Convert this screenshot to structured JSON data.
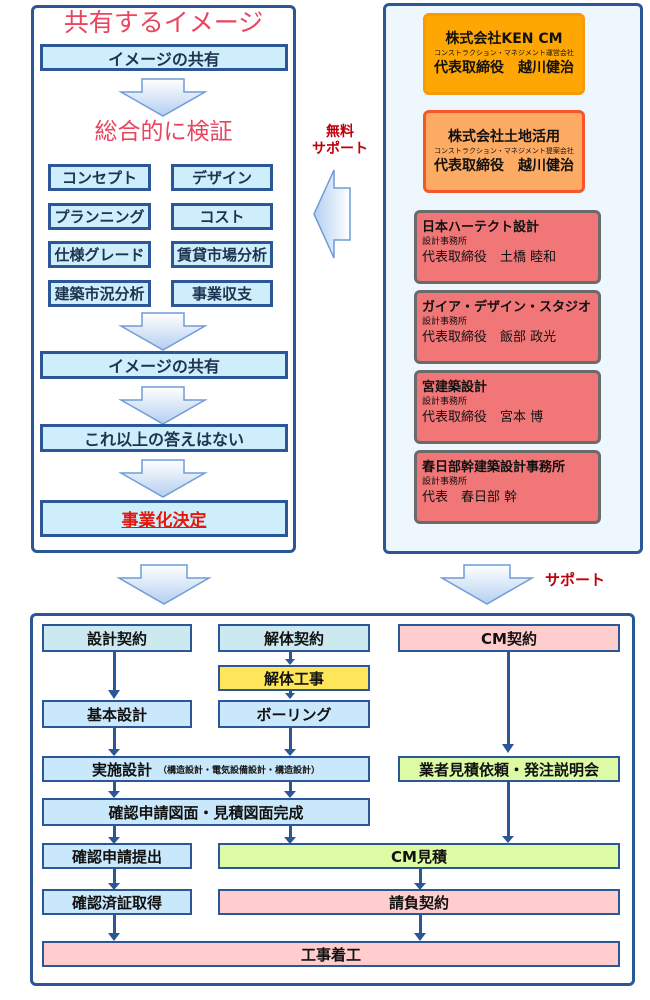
{
  "left_panel": {
    "title": "共有するイメージ",
    "step1": "イメージの共有",
    "subtitle": "総合的に検証",
    "grid": [
      "コンセプト",
      "デザイン",
      "プランニング",
      "コスト",
      "仕様グレード",
      "賃貸市場分析",
      "建築市況分析",
      "事業収支"
    ],
    "step2": "イメージの共有",
    "step3": "これ以上の答えはない",
    "decision": "事業化決定"
  },
  "free_support_label": [
    "無料",
    "サポート"
  ],
  "right_panel": {
    "companies": [
      {
        "name": "株式会社KEN CM",
        "sub": "コンストラクション・マネジメント運営会社",
        "rep": "代表取締役　越川健治"
      },
      {
        "name": "株式会社土地活用",
        "sub": "コンストラクション・マネジメント提案会社",
        "rep": "代表取締役　越川健治"
      }
    ],
    "design_offices": [
      {
        "name": "日本ハーテクト設計",
        "type": "設計事務所",
        "rep": "代表取締役　土橋 睦和"
      },
      {
        "name": "ガイア・デザイン・スタジオ",
        "type": "設計事務所",
        "rep": "代表取締役　飯部 政光"
      },
      {
        "name": "宮建築設計",
        "type": "設計事務所",
        "rep": "代表取締役　宮本 博"
      },
      {
        "name": "春日部幹建築設計事務所",
        "type": "設計事務所",
        "rep": "代表　春日部 幹"
      }
    ]
  },
  "support_label": "サポート",
  "flow": {
    "design_contract": "設計契約",
    "demolition_contract": "解体契約",
    "cm_contract": "CM契約",
    "demolition_work": "解体工事",
    "basic_design": "基本設計",
    "boring": "ボーリング",
    "detailed_design": "実施設計",
    "detailed_design_note": "（構造設計・電気設備設計・構造設計）",
    "vendor_quote": "業者見積依頼・発注説明会",
    "drawings_complete": "確認申請図面・見積図面完成",
    "application_submit": "確認申請提出",
    "cm_estimate": "CM見積",
    "certificate": "確認済証取得",
    "contract": "請負契約",
    "construction_start": "工事着工"
  },
  "colors": {
    "frame": "#2b5797",
    "title_red": "#e8455e",
    "support_red": "#c0000b",
    "decision_red": "#e5160c",
    "box_blue": "#cdeefa",
    "card_orange": "#fea602",
    "card_light_orange": "#fdaa62",
    "design_red": "#f07677",
    "pink": "#ffcdcd",
    "yellow": "#ffe55a",
    "green": "#ddfaa5"
  }
}
